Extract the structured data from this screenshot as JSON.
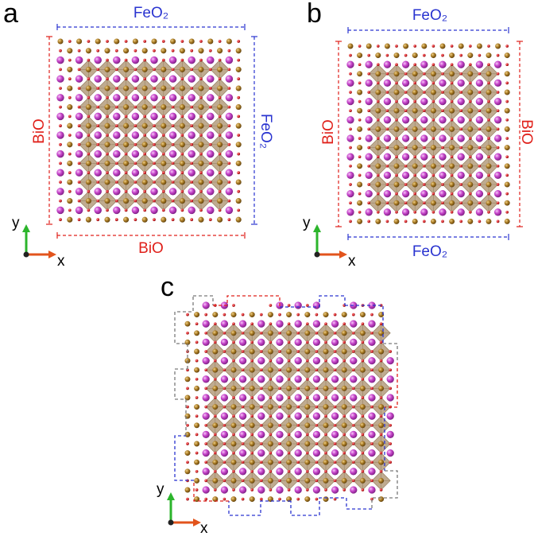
{
  "panels": {
    "a": {
      "label": "a",
      "top_label": "FeO₂",
      "left_label": "BiO",
      "right_label": "FeO₂",
      "bottom_label": "BiO"
    },
    "b": {
      "label": "b",
      "top_label": "FeO₂",
      "left_label": "BiO",
      "right_label": "BiO",
      "bottom_label": "FeO₂"
    },
    "c": {
      "label": "c"
    }
  },
  "axes": {
    "x": "x",
    "y": "y"
  },
  "colors": {
    "bi": "#c23fc6",
    "fe": "#a87a24",
    "o": "#d8272b",
    "octahedron": "#b49c7c",
    "bio_edge": "#e0201a",
    "feo2_edge": "#2a34d0",
    "mixed_edge": "#7a7a7a",
    "axis_x": "#e2541c",
    "axis_y": "#2cb52c"
  }
}
